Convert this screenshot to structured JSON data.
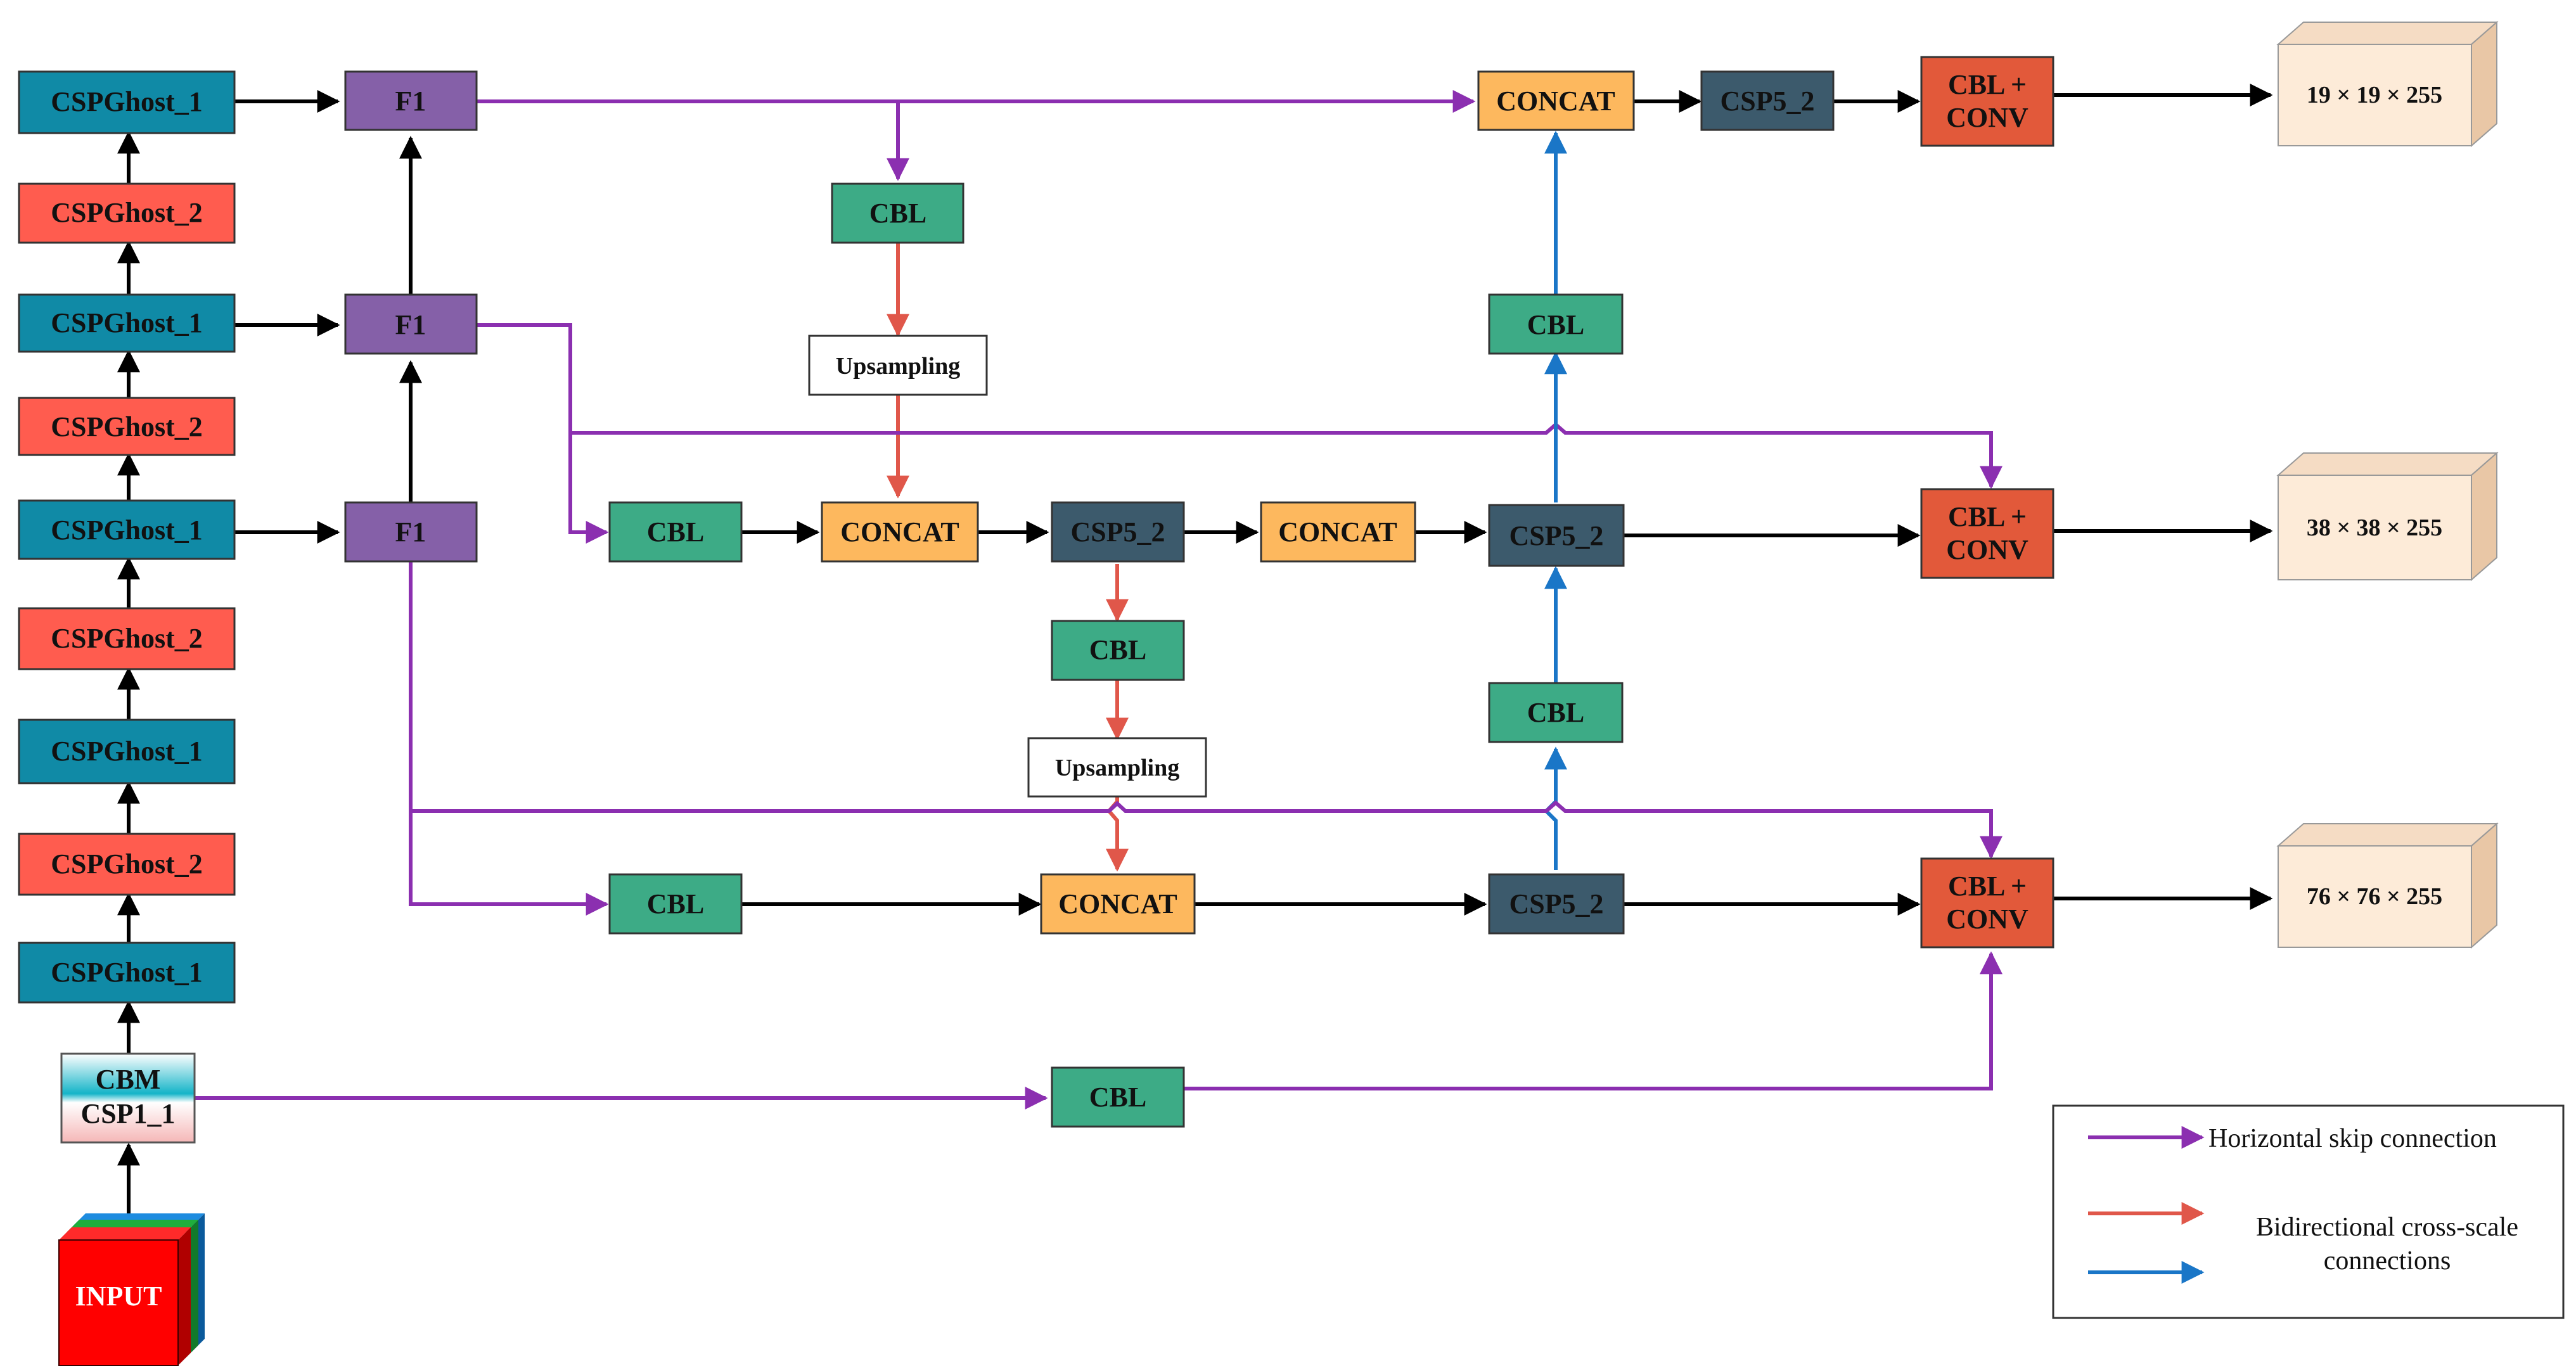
{
  "colors": {
    "csp_ghost_1": "#108AA6",
    "csp_ghost_2": "#FF5C4F",
    "f1": "#8560A8",
    "cbl": "#3DAB86",
    "concat": "#FDB85E",
    "csp5_2": "#3C5A6C",
    "cbl_conv": "#E2593A",
    "output": "#FDEBD8",
    "upsampling": "#FFFFFF",
    "input": "#FF0000",
    "horizontal_skip": "#8B2FB0",
    "cross_scale_red": "#E0574A",
    "cross_scale_blue": "#1A76C7",
    "black_arrow": "#000000"
  },
  "backbone": {
    "input": "INPUT",
    "cbm_csp": {
      "line1": "CBM",
      "line2": "CSP1_1"
    },
    "stack": [
      "CSPGhost_1",
      "CSPGhost_2",
      "CSPGhost_1",
      "CSPGhost_2",
      "CSPGhost_1",
      "CSPGhost_2",
      "CSPGhost_1",
      "CSPGhost_2",
      "CSPGhost_1"
    ]
  },
  "fusion": {
    "f1": "F1",
    "cbl": "CBL",
    "concat": "CONCAT",
    "csp5_2": "CSP5_2",
    "upsampling": "Upsampling",
    "cbl_conv": {
      "line1": "CBL +",
      "line2": "CONV"
    }
  },
  "outputs": [
    "19 × 19 × 255",
    "38 × 38 × 255",
    "76 × 76 × 255"
  ],
  "legend": {
    "horizontal": "Horizontal skip connection",
    "bidirectional_line1": "Bidirectional cross-scale",
    "bidirectional_line2": "connections"
  }
}
